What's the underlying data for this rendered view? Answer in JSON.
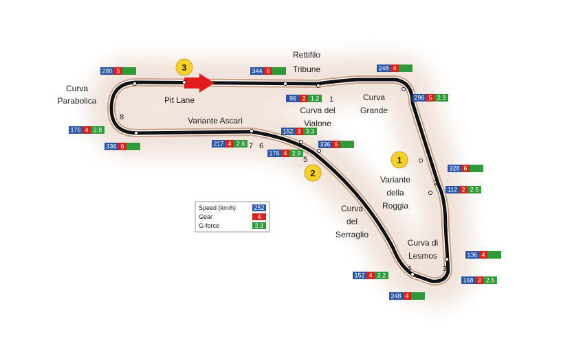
{
  "colors": {
    "speed": "#2b56a8",
    "gear": "#d4241c",
    "gforce": "#2e9a3a",
    "track": "#111111",
    "kerb": "#c9a08a",
    "glow": "#f1e3da",
    "sector_fill": "#f6d12b",
    "pit_arrow": "#e21b1b"
  },
  "labels": {
    "rettifilo": [
      "Rettifilo",
      "Tribune"
    ],
    "parabolica": [
      "Curva",
      "Parabolica"
    ],
    "pit_lane": "Pit Lane",
    "ascari": "Variante Ascari",
    "vialone": [
      "Curva del",
      "Vialone"
    ],
    "grande": [
      "Curva",
      "Grande"
    ],
    "roggia": [
      "Variante",
      "della",
      "Roggia"
    ],
    "serraglio": [
      "Curva",
      "del",
      "Serraglio"
    ],
    "lesmos": [
      "Curva di",
      "Lesmos"
    ]
  },
  "corners": [
    "1",
    "2",
    "3",
    "4",
    "5",
    "6",
    "7",
    "8"
  ],
  "sectors": [
    "1",
    "2",
    "3"
  ],
  "tags": [
    {
      "speed": "280",
      "gear": "5",
      "g": ""
    },
    {
      "speed": "344",
      "gear": "6",
      "g": ""
    },
    {
      "speed": "248",
      "gear": "4",
      "g": ""
    },
    {
      "speed": "96",
      "gear": "2",
      "g": "1.2"
    },
    {
      "speed": "296",
      "gear": "5",
      "g": "2.3"
    },
    {
      "speed": "152",
      "gear": "3",
      "g": "3.3"
    },
    {
      "speed": "176",
      "gear": "4",
      "g": "2.8"
    },
    {
      "speed": "336",
      "gear": "6",
      "g": ""
    },
    {
      "speed": "217",
      "gear": "4",
      "g": "2.6"
    },
    {
      "speed": "176",
      "gear": "4",
      "g": "2.9"
    },
    {
      "speed": "336",
      "gear": "6",
      "g": ""
    },
    {
      "speed": "328",
      "gear": "6",
      "g": ""
    },
    {
      "speed": "112",
      "gear": "2",
      "g": "2.5"
    },
    {
      "speed": "136",
      "gear": "4",
      "g": ""
    },
    {
      "speed": "168",
      "gear": "3",
      "g": "2.5"
    },
    {
      "speed": "152",
      "gear": "4",
      "g": "2.2"
    },
    {
      "speed": "248",
      "gear": "4",
      "g": ""
    }
  ],
  "legend": {
    "speed_label": "Speed (km/h)",
    "speed_value": "252",
    "gear_label": "Gear",
    "gear_value": "4",
    "gforce_label": "G-force",
    "gforce_value": "2.3"
  }
}
